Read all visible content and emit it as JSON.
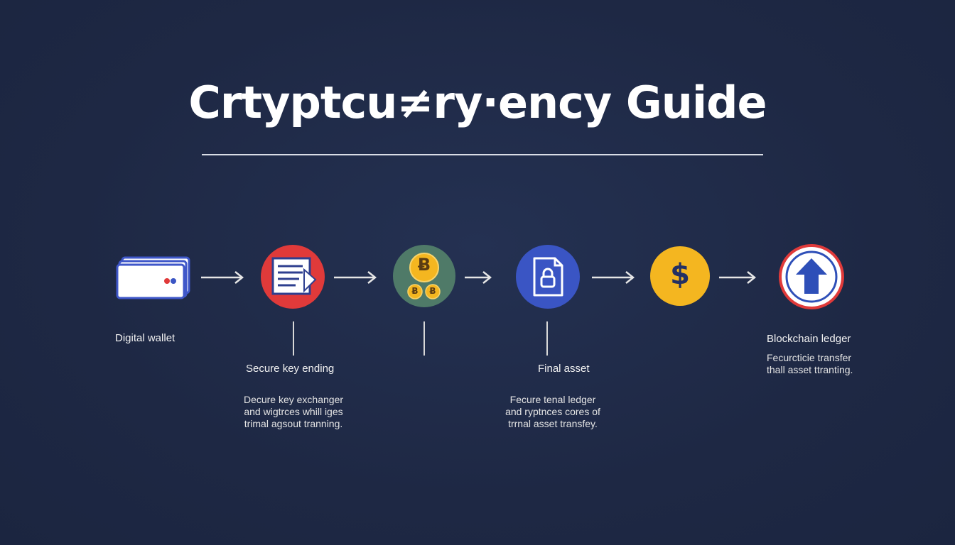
{
  "title": "Crtyptcu≠ry·ency Guide",
  "colors": {
    "background": "#1f2a46",
    "red": "#e03a3a",
    "green": "#4f7a68",
    "blue": "#3a55c4",
    "yellow": "#f4b620",
    "wallet": "#3f57c9"
  },
  "steps": [
    {
      "icon": "wallet-icon",
      "label": "Digital wallet"
    },
    {
      "icon": "document-icon",
      "label": "Secure key ending",
      "desc": [
        "Decure key exchanger",
        "and wigtrces whill iges",
        "trimal agsout tranning."
      ]
    },
    {
      "icon": "bitcoin-icon"
    },
    {
      "icon": "file-lock-icon",
      "label": "Final asset",
      "desc": [
        "Fecure tenal ledger",
        "and ryptnces cores of",
        "trrnal asset transfey."
      ]
    },
    {
      "icon": "dollar-icon"
    },
    {
      "icon": "upload-arrow-icon",
      "label": "Blockchain ledger",
      "desc": [
        "Fecurcticie transfer",
        "thall asset ttranting."
      ]
    }
  ],
  "coin_symbols": {
    "bitcoin": "Ƀ",
    "small_coin": "Ƀ",
    "dollar": "$"
  }
}
